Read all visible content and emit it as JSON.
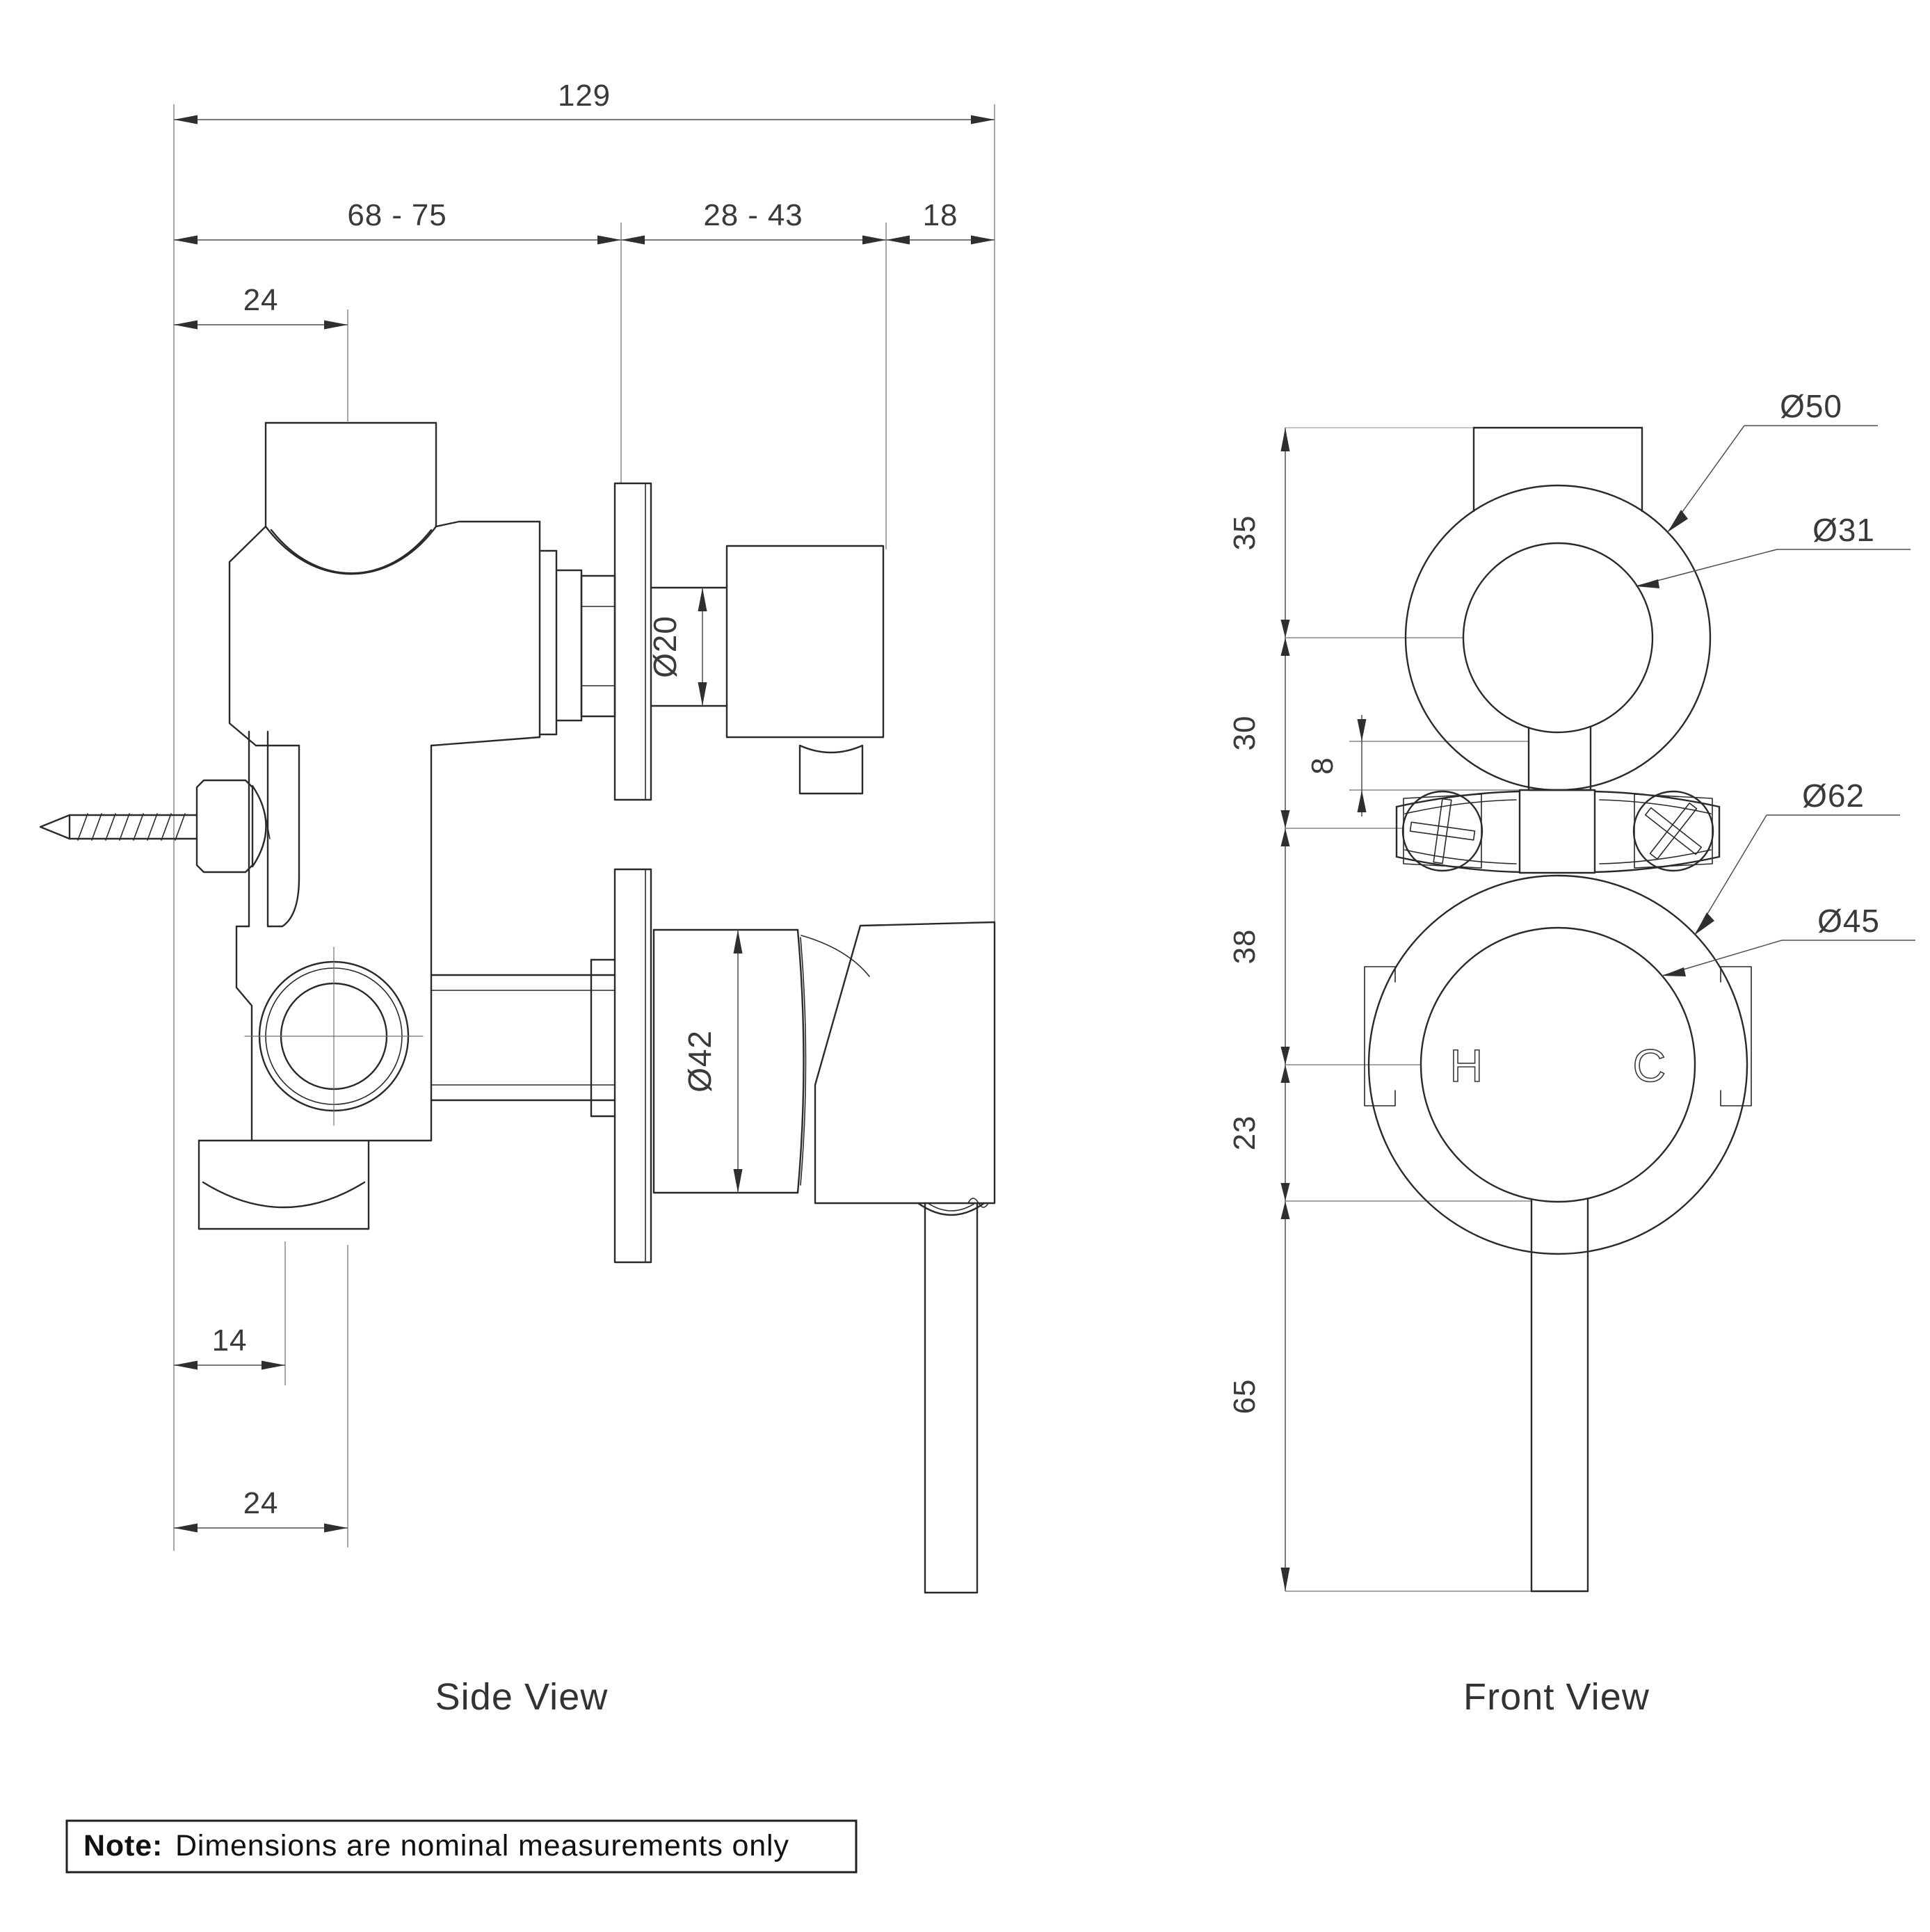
{
  "colors": {
    "background": "#ffffff",
    "object_line": "#2a2a2a",
    "dimension_line": "#4f4f4f",
    "extension_light": "#a0a0a0",
    "text": "#3a3a3a"
  },
  "side": {
    "title": "Side View",
    "dims": {
      "overall_width": "129",
      "wall_to_plate_range": "68 - 75",
      "plate_to_knob_range": "28 - 43",
      "knob_depth": "18",
      "top_pipe_offset": "24",
      "diverter_stem_diameter": "Ø20",
      "mixer_body_diameter": "Ø42",
      "outlet_offset": "14",
      "outlet_center_offset": "24"
    }
  },
  "front": {
    "title": "Front View",
    "dims": {
      "top_to_upper_center": "35",
      "upper_center_to_bracket": "30",
      "tab_height": "8",
      "bracket_to_lower_center": "38",
      "lower_center_to_plate_edge": "23",
      "lever_length": "65",
      "upper_plate_outer_diameter": "Ø50",
      "upper_plate_inner_diameter": "Ø31",
      "lower_plate_outer_diameter": "Ø62",
      "lower_plate_inner_diameter": "Ø45"
    },
    "hot_label": "H",
    "cold_label": "C"
  },
  "note": {
    "prefix": "Note:",
    "body": "Dimensions are nominal measurements only"
  }
}
